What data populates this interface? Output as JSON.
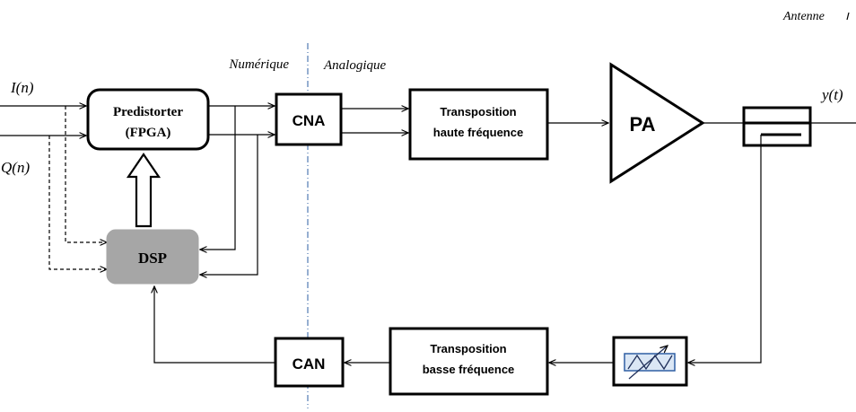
{
  "labels": {
    "antenna": "Antenne",
    "digital": "Numérique",
    "analog": "Analogique",
    "input_i": "I(n)",
    "input_q": "Q(n)",
    "output_y": "y(t)"
  },
  "blocks": {
    "predistorter": {
      "line1": "Predistorter",
      "line2": "(FPGA)"
    },
    "dsp": "DSP",
    "dac": "CNA",
    "upconverter": {
      "line1": "Transposition",
      "line2": "haute fréquence"
    },
    "pa": "PA",
    "adc": "CAN",
    "downconverter": {
      "line1": "Transposition",
      "line2": "basse fréquence"
    }
  },
  "colors": {
    "stroke": "#000000",
    "dsp_fill": "#a6a6a6",
    "boundary_line": "#2e5fa3",
    "attenuator_fill": "#dbe7f5",
    "attenuator_border": "#2e5fa3"
  }
}
